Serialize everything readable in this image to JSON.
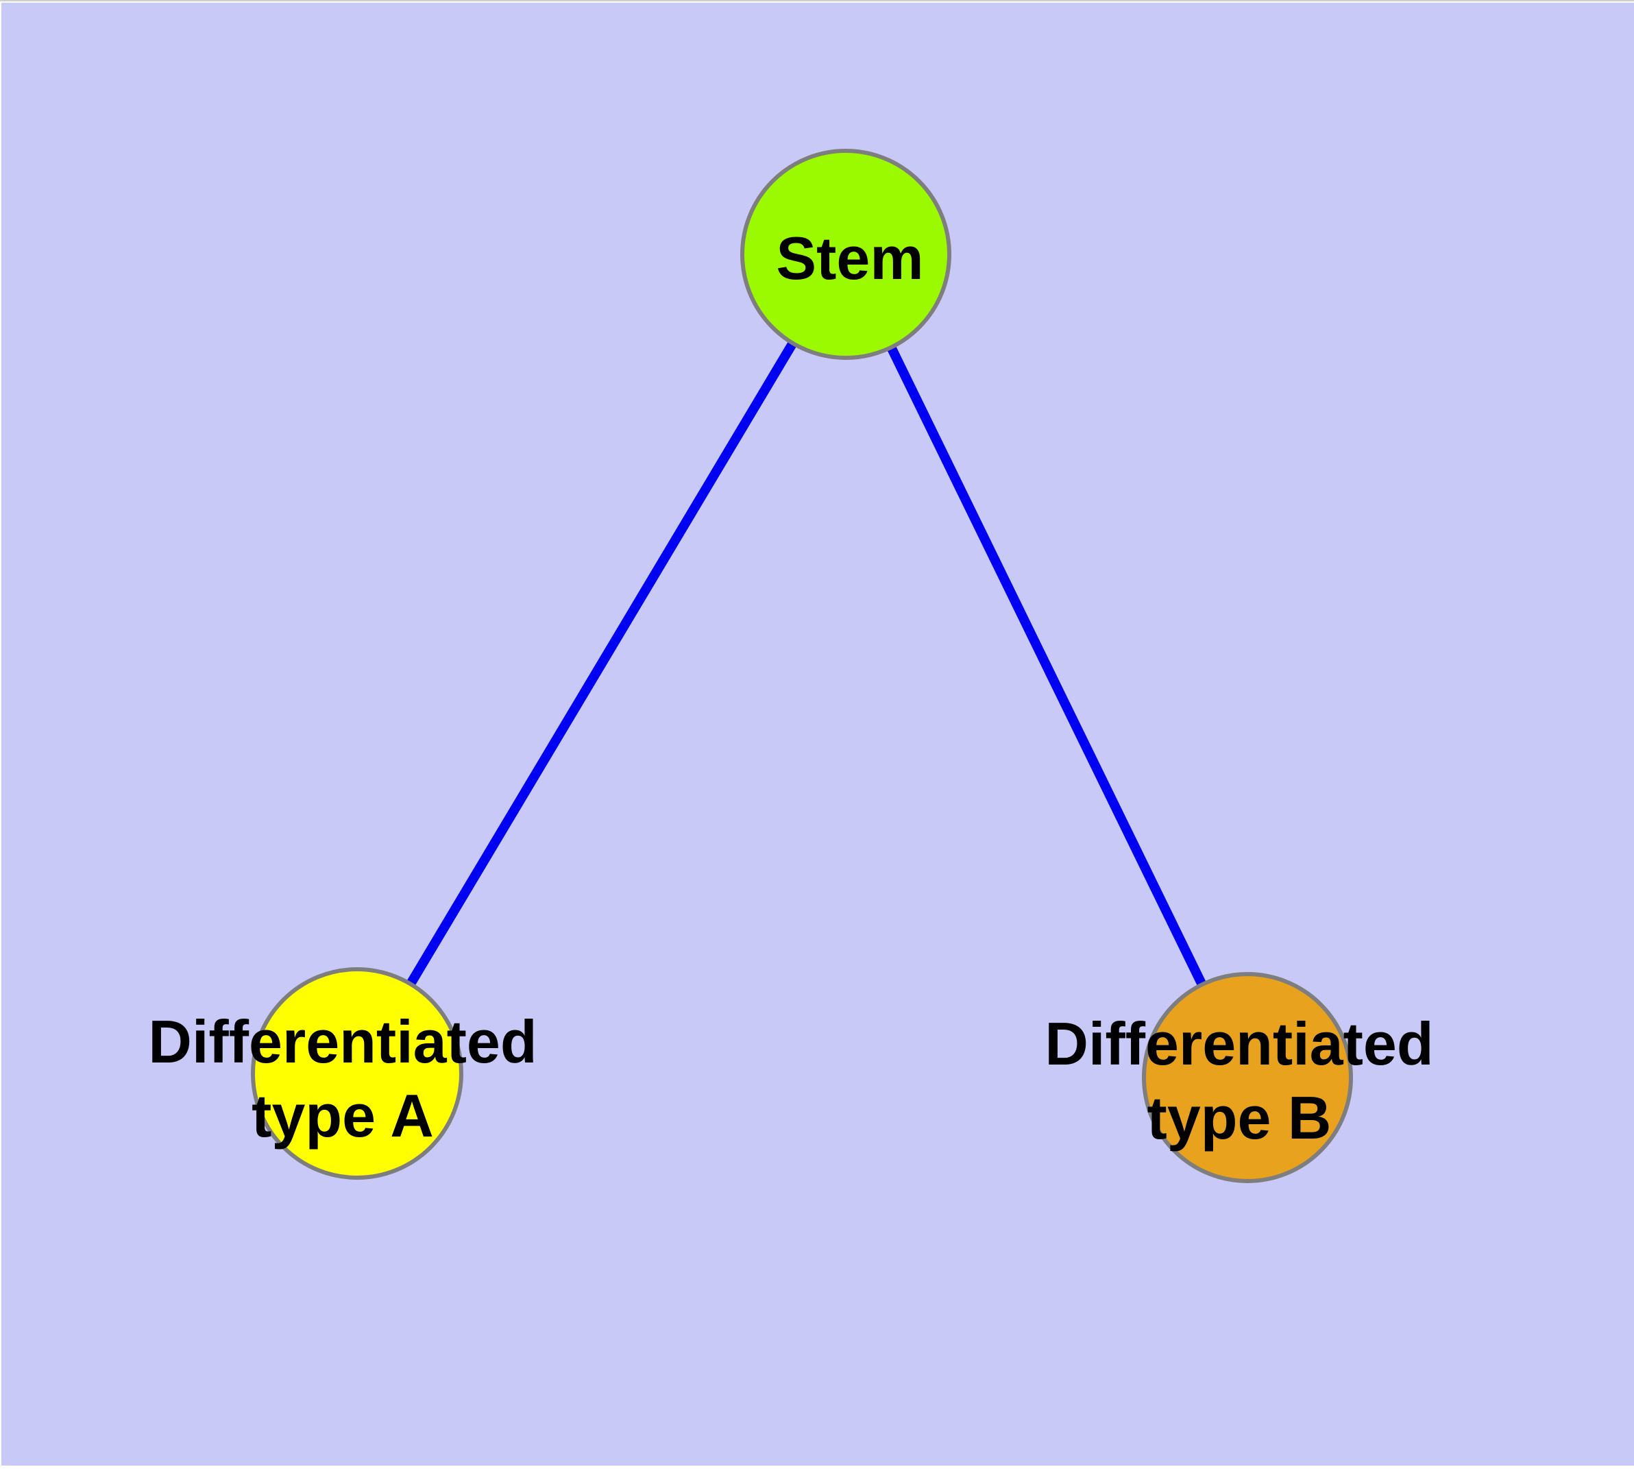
{
  "diagram": {
    "type": "graph",
    "colors": {
      "background": "#C9C9F8",
      "edge": "#0202F2",
      "node_border": "#7E7E7E",
      "label": "#000000",
      "top_hairline": "#CFCFCF"
    },
    "nodes": [
      {
        "id": "stem",
        "lines": [
          "Stem"
        ],
        "label": "Stem",
        "color": "#9BFA00"
      },
      {
        "id": "differentiated-type-a",
        "lines": [
          "Differentiated",
          "type A"
        ],
        "label": "Differentiated type A",
        "color": "#FFFF00"
      },
      {
        "id": "differentiated-type-b",
        "lines": [
          "Differentiated",
          "type B"
        ],
        "label": "Differentiated type B",
        "color": "#E8A21D"
      }
    ],
    "edges": [
      {
        "from": "Stem",
        "to": "Differentiated type A"
      },
      {
        "from": "Stem",
        "to": "Differentiated type B"
      }
    ]
  }
}
